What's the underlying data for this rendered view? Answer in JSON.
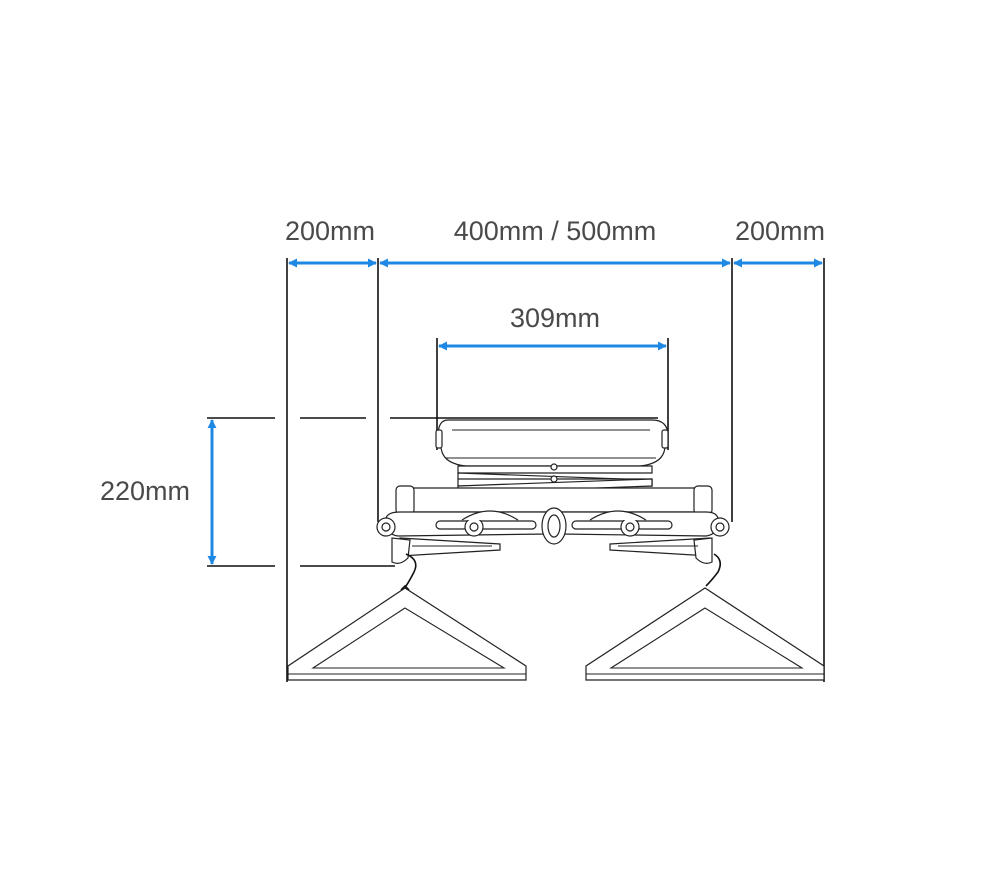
{
  "dimensions": {
    "left_clearance": "200mm",
    "rail_width": "400mm / 500mm",
    "right_clearance": "200mm",
    "bracket_width": "309mm",
    "drop_height": "220mm"
  },
  "colors": {
    "dimension_arrow": "#1e88e5",
    "line": "#111111",
    "label_text": "#4a4a4a"
  },
  "icons": {
    "bracket": "wall-bracket-icon",
    "hanger_left": "coat-hanger-icon",
    "hanger_right": "coat-hanger-icon"
  }
}
